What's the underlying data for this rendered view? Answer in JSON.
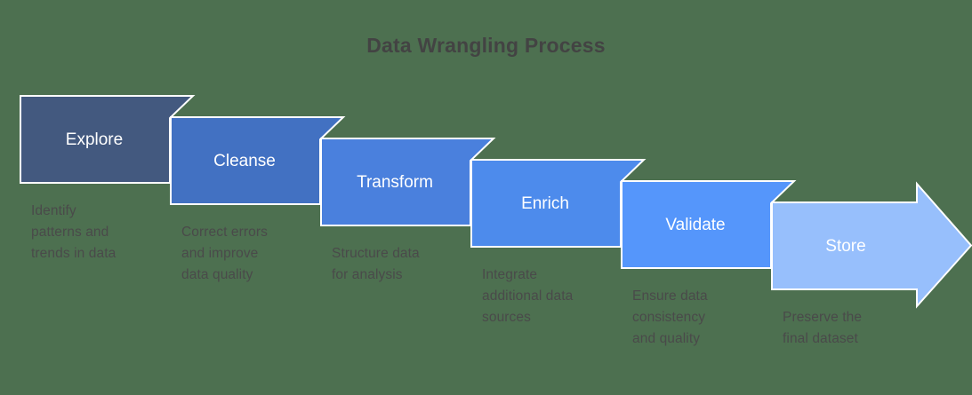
{
  "diagram": {
    "title": "Data Wrangling Process",
    "title_color": "#434343",
    "background_color": "#4d7050",
    "label_color": "#ffffff",
    "caption_color": "#4a4a4a",
    "border_color": "#ffffff",
    "type": "process-flow-chevron",
    "steps": [
      {
        "label": "Explore",
        "caption": "Identify\npatterns and\ntrends in data",
        "color": "#43597f"
      },
      {
        "label": "Cleanse",
        "caption": "Correct errors\nand improve\ndata quality",
        "color": "#4271c2"
      },
      {
        "label": "Transform",
        "caption": "Structure data\nfor analysis",
        "color": "#4a80dd"
      },
      {
        "label": "Enrich",
        "caption": "Integrate\nadditional data\nsources",
        "color": "#4d8bec"
      },
      {
        "label": "Validate",
        "caption": "Ensure data\nconsistency\nand quality",
        "color": "#5596fb"
      },
      {
        "label": "Store",
        "caption": "Preserve the\nfinal dataset",
        "color": "#97bffc"
      }
    ]
  }
}
